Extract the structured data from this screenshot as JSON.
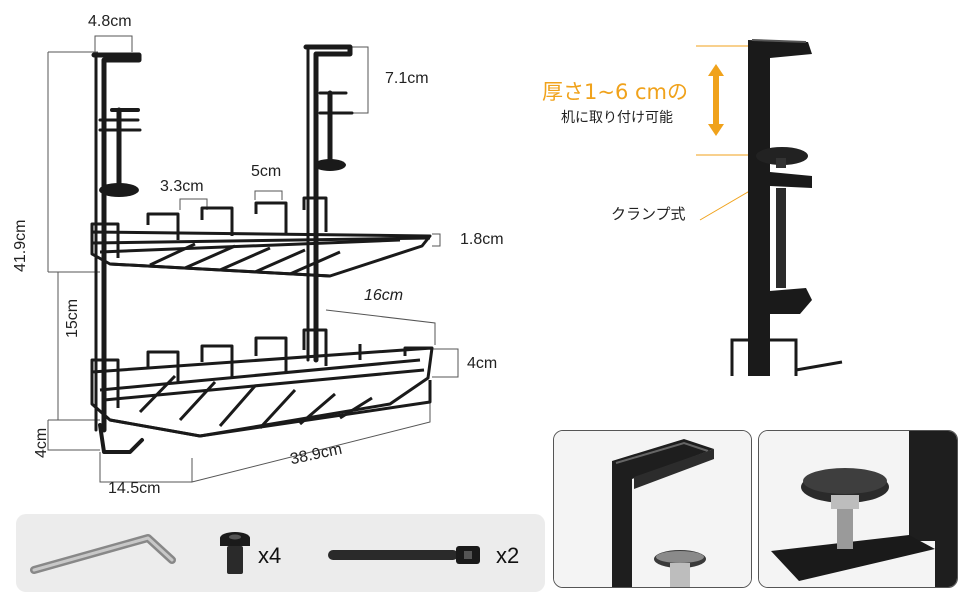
{
  "dimensions": {
    "top_width": "4.8cm",
    "clamp_height": "7.1cm",
    "total_height": "41.9cm",
    "gap_small": "3.3cm",
    "gap_large": "5cm",
    "wire_height": "1.8cm",
    "shelf_spacing": "15cm",
    "shelf_depth": "16cm",
    "basket_height": "4cm",
    "hook_height": "4cm",
    "shelf_length": "38.9cm",
    "base_depth": "14.5cm"
  },
  "clamp_info": {
    "thickness_label": "厚さ1~6 cmの",
    "mount_text": "机に取り付け可能",
    "clamp_type": "クランプ式"
  },
  "accessories": {
    "screw_qty": "x4",
    "strap_qty": "x2"
  },
  "colors": {
    "accent": "#f0a21b",
    "metal": "#1a1a1a",
    "panel": "#ececec"
  }
}
